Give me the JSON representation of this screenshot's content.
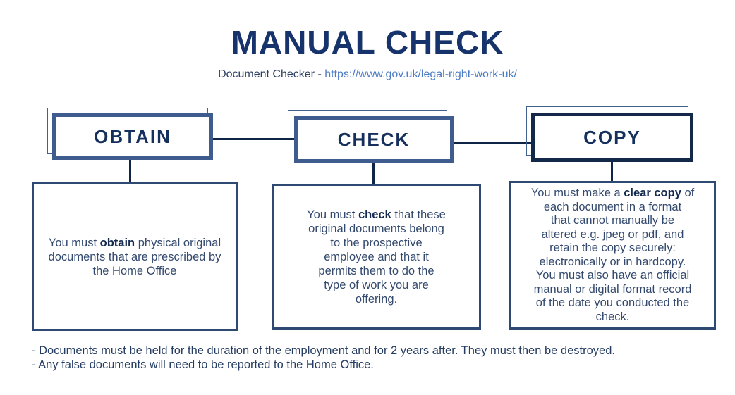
{
  "header": {
    "title": "MANUAL CHECK",
    "subtitle_label": "Document Checker - ",
    "subtitle_link": "https://www.gov.uk/legal-right-work-uk/"
  },
  "columns": [
    {
      "label": "OBTAIN",
      "body": [
        {
          "t": "You must "
        },
        {
          "t": "obtain",
          "b": true
        },
        {
          "t": " physical original\ndocuments that are prescribed by\nthe Home Office"
        }
      ]
    },
    {
      "label": "CHECK",
      "body": [
        {
          "t": "You must "
        },
        {
          "t": "check",
          "b": true
        },
        {
          "t": " that these\noriginal documents belong\nto the prospective\nemployee and that it\npermits them to do the\ntype of work you are\noffering."
        }
      ]
    },
    {
      "label": "COPY",
      "body": [
        {
          "t": "You must make a "
        },
        {
          "t": "clear copy",
          "b": true
        },
        {
          "t": " of\neach document in a format\nthat cannot manually be\naltered e.g. jpeg or pdf, and\nretain the copy securely:\nelectronically or in hardcopy.\nYou must also have an official\nmanual or digital format record\nof the date you conducted the\ncheck."
        }
      ]
    }
  ],
  "footnotes": [
    "- Documents must be held for the duration of the employment and for 2 years after. They must then be destroyed.",
    "- Any false documents will need to be reported to the Home Office."
  ],
  "colors": {
    "title_navy": "#16336b",
    "link_blue": "#4b7cc3",
    "step_border_blue": "#3e5c8d",
    "copy_border_navy": "#14284a",
    "connector_navy": "#0f2547",
    "body_text_navy": "#33496e",
    "box_border_navy": "#2e4a73"
  }
}
